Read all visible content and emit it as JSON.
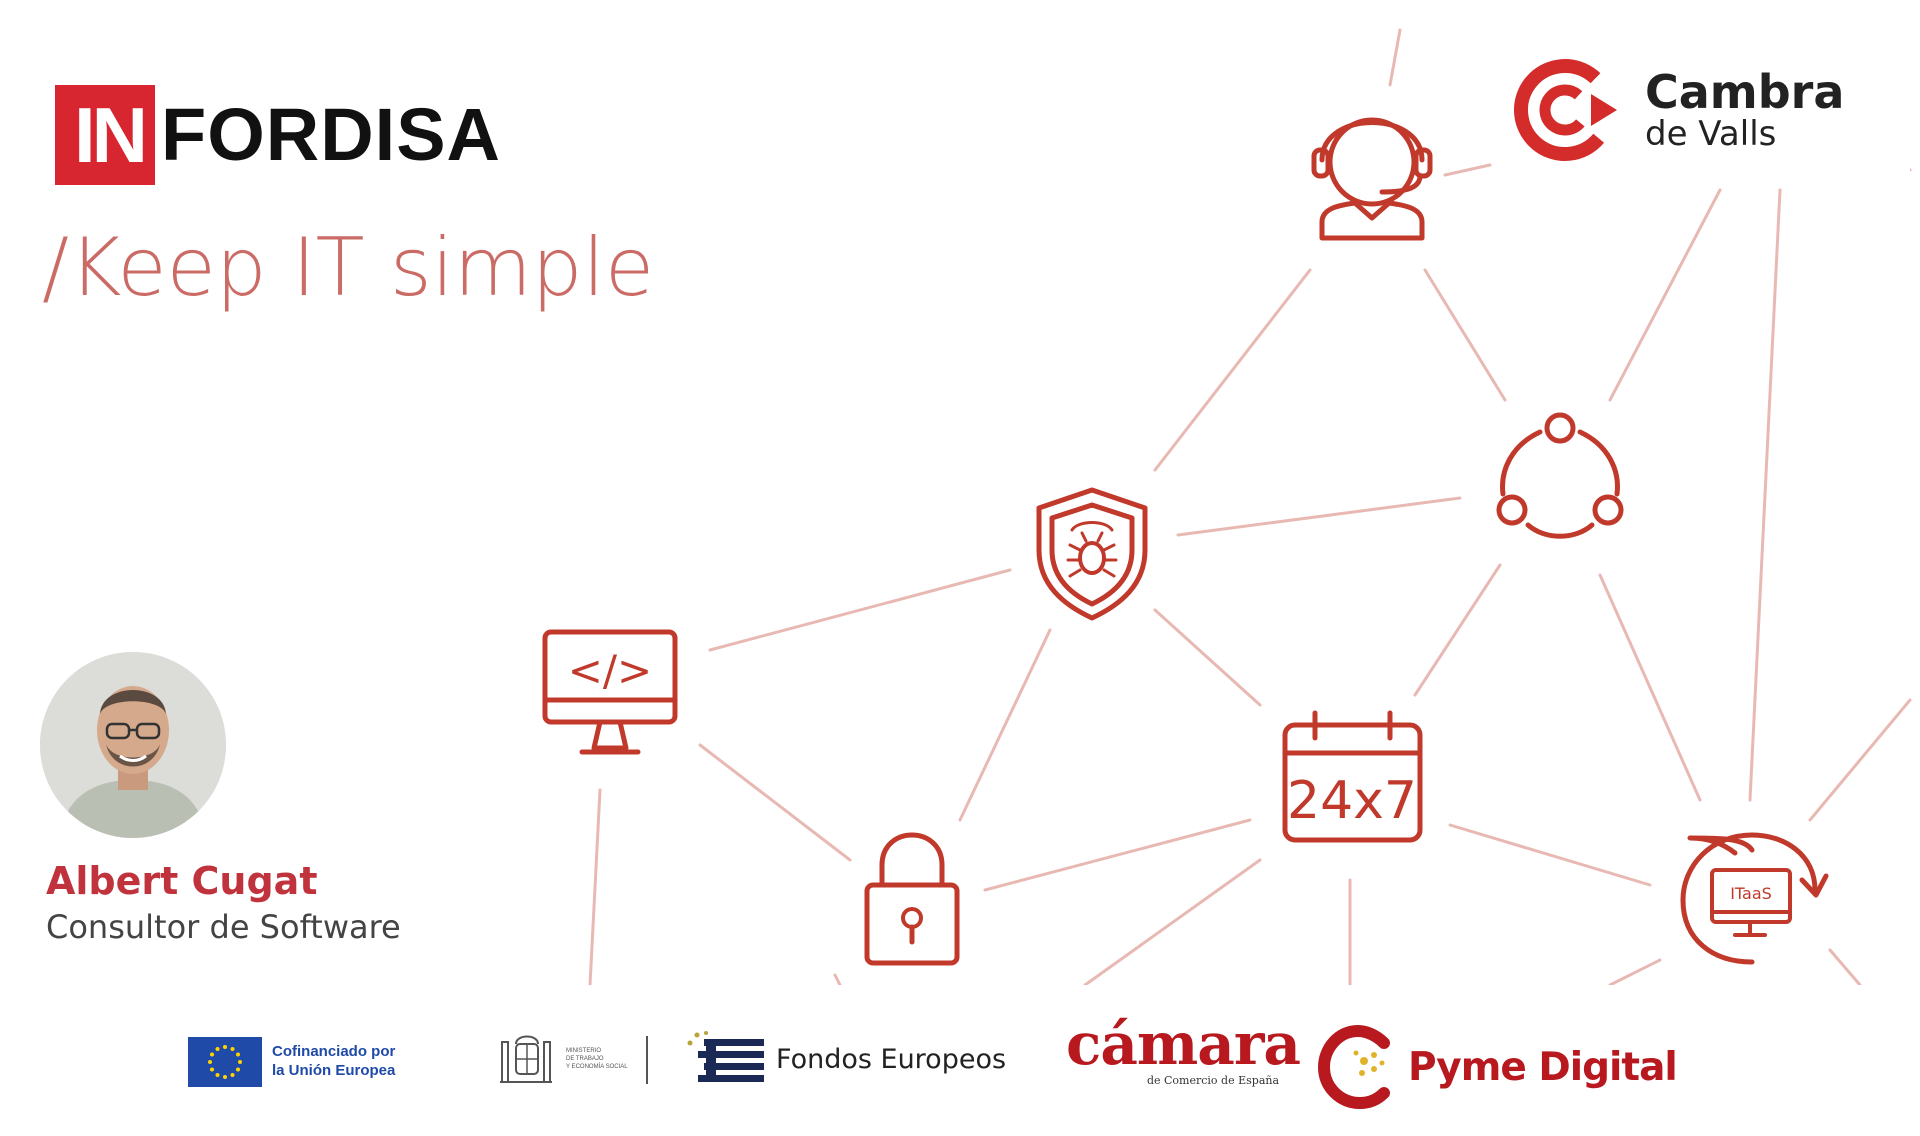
{
  "brand": {
    "mark_text": "IN",
    "word_text": "FORDISA",
    "tagline": "/Keep IT simple",
    "accent_color": "#d7262f"
  },
  "partner": {
    "title": "Cambra",
    "subtitle": "de Valls",
    "accent_color": "#d42b2b"
  },
  "speaker": {
    "name": "Albert Cugat",
    "role": "Consultor de Software"
  },
  "network_icons": {
    "support": "headset-agent-icon",
    "share": "share-network-icon",
    "security": "shield-bug-icon",
    "development": "monitor-code-icon",
    "availability": "calendar-24x7-icon",
    "lock": "padlock-icon",
    "itaas": "itaas-monitor-icon",
    "calendar_label": "24x7",
    "itaas_label": "ITaaS",
    "code_label": "</>"
  },
  "funding": {
    "eu_line1": "Cofinanciado por",
    "eu_line2": "la Unión Europea",
    "ministerio_line1": "MINISTERIO",
    "ministerio_line2": "DE TRABAJO",
    "ministerio_line3": "Y ECONOMÍA SOCIAL",
    "fondos": "Fondos Europeos",
    "camara_word": "cámara",
    "camara_sub": "de Comercio de España",
    "pyme": "Pyme Digital"
  }
}
